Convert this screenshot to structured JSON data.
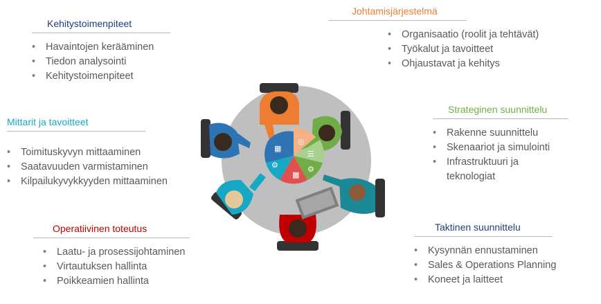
{
  "colors": {
    "blue": "#2e74b5",
    "orange": "#ed7d31",
    "teal": "#17a8c6",
    "red": "#c00000",
    "green": "#70ad47",
    "text": "#595959"
  },
  "sections": {
    "kehitystoimenpiteet": {
      "title": "Kehitystoimenpiteet",
      "items": [
        "Havaintojen kerääminen",
        "Tiedon analysointi",
        "Kehitystoimenpiteet"
      ]
    },
    "johtamisjarjestelma": {
      "title": "Johtamisjärjestelmä",
      "items": [
        "Organisaatio (roolit ja tehtävät)",
        "Työkalut ja tavoitteet",
        "Ohjaustavat ja kehitys"
      ]
    },
    "mittarit": {
      "title": "Mittarit ja tavoitteet",
      "items": [
        "Toimituskyvyn mittaaminen",
        "Saatavuuden varmistaminen",
        "Kilpailukyvykkyyden mittaaminen"
      ]
    },
    "strateginen": {
      "title": "Strateginen suunnittelu",
      "items": [
        "Rakenne suunnittelu",
        "Skenaariot ja simulointi",
        "Infrastruktuuri ja teknologiat"
      ]
    },
    "operatiivinen": {
      "title": "Operatiivinen toteutus",
      "items": [
        "Laatu- ja prosessijohtaminen",
        "Virtautuksen hallinta",
        "Poikkeamien hallinta"
      ]
    },
    "taktinen": {
      "title": "Taktinen suunnittelu",
      "items": [
        "Kysynnän ennustaminen",
        "Sales & Operations Planning",
        "Koneet ja laitteet"
      ]
    }
  },
  "diagram": {
    "table_icons": [
      "document-icon",
      "target-icon",
      "checklist-icon",
      "gears-icon",
      "chart-icon",
      "gear-icon"
    ]
  }
}
